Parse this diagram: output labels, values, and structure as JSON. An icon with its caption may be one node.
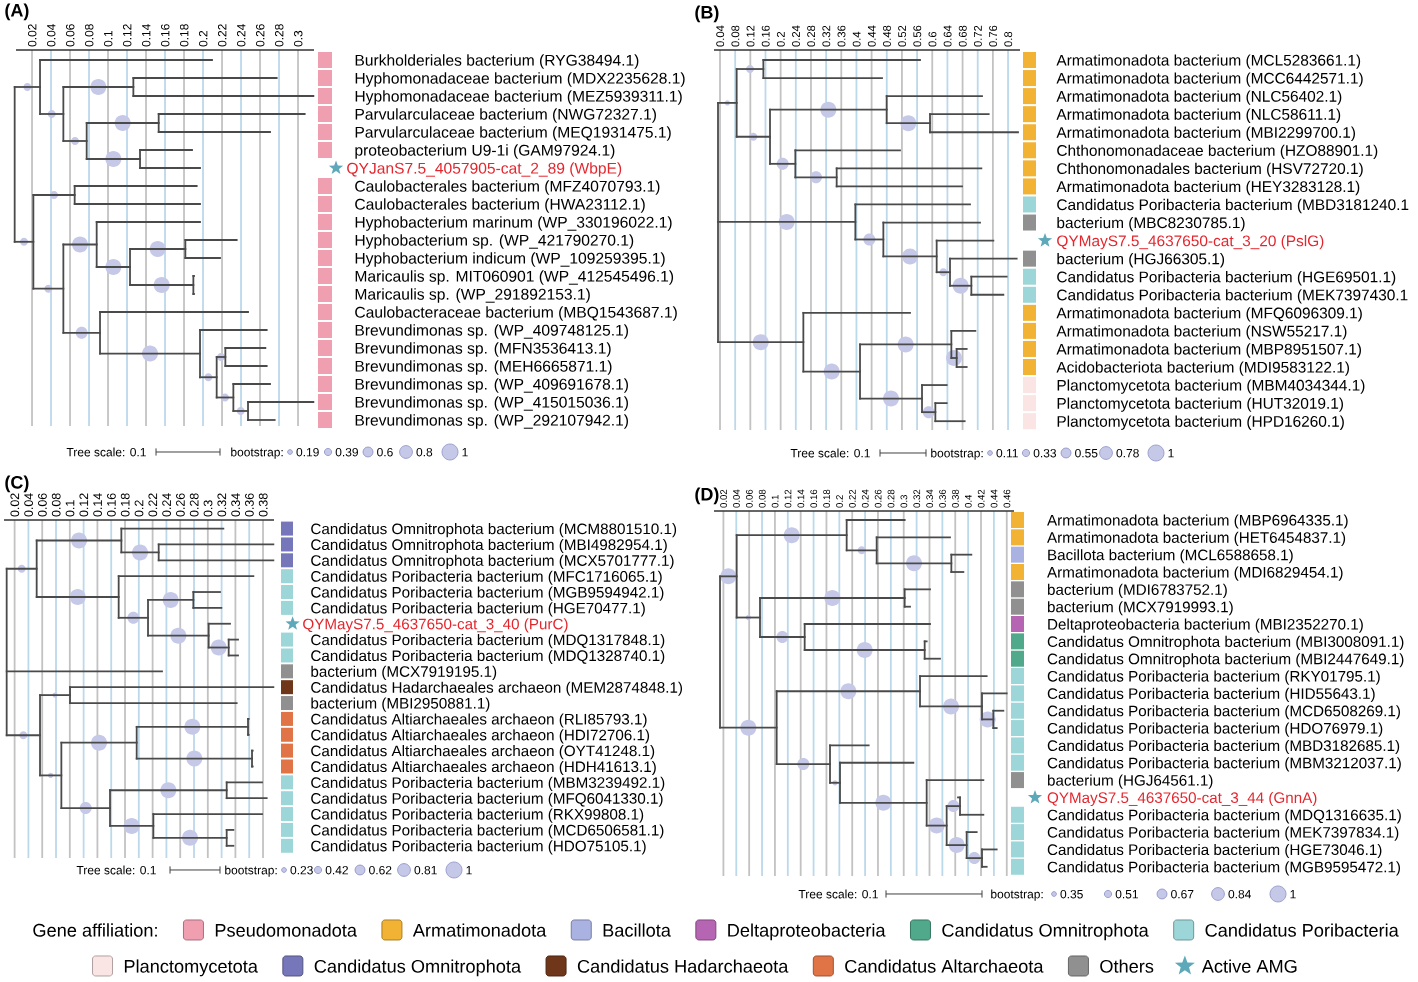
{
  "diagram": {
    "labels": [
      "(A)",
      "0.02",
      "0.04",
      "0.06",
      "0.08",
      "0.1",
      "0.12",
      "0.14",
      "0.16",
      "0.18",
      "0.2",
      "0.22",
      "0.24",
      "0.26",
      "0.28",
      "0.3",
      "Burkholderiales bacterium (RYG38494.1)",
      "Hyphomonadaceae bacterium (MDX2235628.1)",
      "Hyphomonadaceae bacterium (MEZ5939311.1)",
      "Parvularculaceae bacterium (NWG72327.1)",
      "Parvularculaceae bacterium (MEQ1931475.1)",
      "proteobacterium U9-1i (GAM97924.1)",
      "QYJanS7.5_4057905-cat_2_89 (WbpE)",
      "Caulobacterales bacterium (MFZ4070793.1)",
      "Caulobacterales bacterium (HWA23112.1)",
      "Hyphobacterium marinum (WP_330196022.1)",
      "Hyphobacterium sp. (WP_421790270.1)",
      "Hyphobacterium indicum (WP_109259395.1)",
      "Maricaulis sp. MIT060901 (WP_412545496.1)",
      "Maricaulis sp. (WP_291892153.1)",
      "Caulobacteraceae bacterium (MBQ1543687.1)",
      "Brevundimonas sp. (WP_409748125.1)",
      "Brevundimonas sp. (MFN3536413.1)",
      "Brevundimonas sp. (MEH6665871.1)",
      "Brevundimonas sp. (WP_409691678.1)",
      "Brevundimonas sp. (WP_415015036.1)",
      "Brevundimonas sp. (WP_292107942.1)",
      "Tree scale: 0.1",
      "bootstrap:",
      "0.19",
      "0.39",
      "0.6",
      "0.8",
      "1",
      "(B)",
      "0.04",
      "0.08",
      "0.12",
      "0.16",
      "0.2",
      "0.24",
      "0.28",
      "0.32",
      "0.36",
      "0.4",
      "0.44",
      "0.48",
      "0.52",
      "0.56",
      "0.6",
      "0.64",
      "0.68",
      "0.72",
      "0.76",
      "0.8",
      "Armatimonadota bacterium (MCL5283661.1)",
      "Armatimonadota bacterium (MCC6442571.1)",
      "Armatimonadota bacterium (NLC56402.1)",
      "Armatimonadota bacterium (NLC58611.1)",
      "Armatimonadota bacterium (MBI2299700.1)",
      "Chthonomonadaceae bacterium (HZO88901.1)",
      "Chthonomonadales bacterium (HSV72720.1)",
      "Armatimonadota bacterium (HEY3283128.1)",
      "Candidatus Poribacteria bacterium (MBD3181240.1",
      "bacterium (MBC8230785.1)",
      "QYMayS7.5_4637650-cat_3_20 (PslG)",
      "bacterium (HGJ66305.1)",
      "Candidatus Poribacteria bacterium (HGE69501.1)",
      "Candidatus Poribacteria bacterium (MEK7397430.1",
      "Armatimonadota bacterium (MFQ6096309.1)",
      "Armatimonadota bacterium (NSW55217.1)",
      "Armatimonadota bacterium (MBP8951507.1)",
      "Acidobacteriota bacterium (MDI9583122.1)",
      "Planctomycetota bacterium (MBM4034344.1)",
      "Planctomycetota bacterium (HUT32019.1)",
      "Planctomycetota bacterium (HPD16260.1)",
      "Tree scale: 0.1",
      "bootstrap:",
      "0.11",
      "0.33",
      "0.55",
      "0.78",
      "1",
      "(C)",
      "0.02",
      "0.04",
      "0.06",
      "0.08",
      "0.1",
      "0.12",
      "0.14",
      "0.16",
      "0.18",
      "0.2",
      "0.22",
      "0.24",
      "0.26",
      "0.28",
      "0.3",
      "0.32",
      "0.34",
      "0.36",
      "0.38",
      "Candidatus Omnitrophota bacterium (MCM8801510.1)",
      "Candidatus Omnitrophota bacterium (MBI4982954.1)",
      "Candidatus Omnitrophota bacterium (MCX5701777.1)",
      "Candidatus Poribacteria bacterium (MFC1716065.1)",
      "Candidatus Poribacteria bacterium (MGB9594942.1)",
      "Candidatus Poribacteria bacterium (HGE70477.1)",
      "QYMayS7.5_4637650-cat_3_40 (PurC)",
      "Candidatus Poribacteria bacterium (MDQ1317848.1)",
      "Candidatus Poribacteria bacterium (MDQ1328740.1)",
      "bacterium (MCX7919195.1)",
      "Candidatus Hadarchaeales archaeon (MEM2874848.1)",
      "bacterium (MBI2950881.1)",
      "Candidatus Altiarchaeales archaeon (RLI85793.1)",
      "Candidatus Altiarchaeales archaeon (HDI72706.1)",
      "Candidatus Altiarchaeales archaeon (OYT41248.1)",
      "Candidatus Altiarchaeales archaeon (HDH41613.1)",
      "Candidatus Poribacteria bacterium (MBM3239492.1)",
      "Candidatus Poribacteria bacterium (MFQ6041330.1)",
      "Candidatus Poribacteria bacterium (RKX99808.1)",
      "Candidatus Poribacteria bacterium (MCD6506581.1)",
      "Candidatus Poribacteria bacterium (HDO75105.1)",
      "Tree scale: 0.1",
      "bootstrap:",
      "0.23",
      "0.42",
      "0.62",
      "0.81",
      "1",
      "(D)",
      "0.02",
      "0.04",
      "0.06",
      "0.08",
      "0.1",
      "0.12",
      "0.14",
      "0.16",
      "0.18",
      "0.2",
      "0.22",
      "0.24",
      "0.26",
      "0.28",
      "0.3",
      "0.32",
      "0.34",
      "0.36",
      "0.38",
      "0.4",
      "0.42",
      "0.44",
      "0.46",
      "Armatimonadota bacterium (MBP6964335.1)",
      "Armatimonadota bacterium (HET6454837.1)",
      "Bacillota bacterium (MCL6588658.1)",
      "Armatimonadota bacterium (MDI6829454.1)",
      "bacterium (MDI6783752.1)",
      "bacterium (MCX7919993.1)",
      "Deltaproteobacteria bacterium (MBI2352270.1)",
      "Candidatus Omnitrophota bacterium (MBI3008091.1)",
      "Candidatus Omnitrophota bacterium (MBI2447649.1)",
      "Candidatus Poribacteria bacterium (RKY01795.1)",
      "Candidatus Poribacteria bacterium (HID55643.1)",
      "Candidatus Poribacteria bacterium (MCD6508269.1)",
      "Candidatus Poribacteria bacterium (HDO76979.1)",
      "Candidatus Poribacteria bacterium (MBD3182685.1)",
      "Candidatus Poribacteria bacterium (MBM3212037.1)",
      "bacterium (HGJ64561.1)",
      "QYMayS7.5_4637650-cat_3_44 (GnnA)",
      "Candidatus Poribacteria bacterium (MDQ1316635.1)",
      "Candidatus Poribacteria bacterium (MEK7397834.1)",
      "Candidatus Poribacteria bacterium (HGE73046.1)",
      "Candidatus Poribacteria bacterium (MGB9595472.1)",
      "Tree scale: 0.1",
      "bootstrap:",
      "0.35",
      "0.51",
      "0.67",
      "0.84",
      "1",
      "Gene affiliation:"
    ],
    "legend": [
      {
        "text": "Pseudomonadota",
        "color": "#ef9fb0"
      },
      {
        "text": "Armatimonadota",
        "color": "#f2b233"
      },
      {
        "text": "Bacillota",
        "color": "#aab2e2"
      },
      {
        "text": "Deltaproteobacteria",
        "color": "#b565b2"
      },
      {
        "text": "Candidatus Omnitrophota",
        "color": "#4fa98a"
      },
      {
        "text": "Candidatus Poribacteria",
        "color": "#9dd6d8"
      },
      {
        "text": "Planctomycetota",
        "color": "#fbe4e4"
      },
      {
        "text": "Candidatus Omnitrophota",
        "color": "#7677ba"
      },
      {
        "text": "Candidatus Hadarchaeota",
        "color": "#6f3619"
      },
      {
        "text": "Candidatus Altarchaeota",
        "color": "#e07447"
      },
      {
        "text": "Others",
        "color": "#909090"
      },
      {
        "text": "Active AMG"
      }
    ]
  }
}
